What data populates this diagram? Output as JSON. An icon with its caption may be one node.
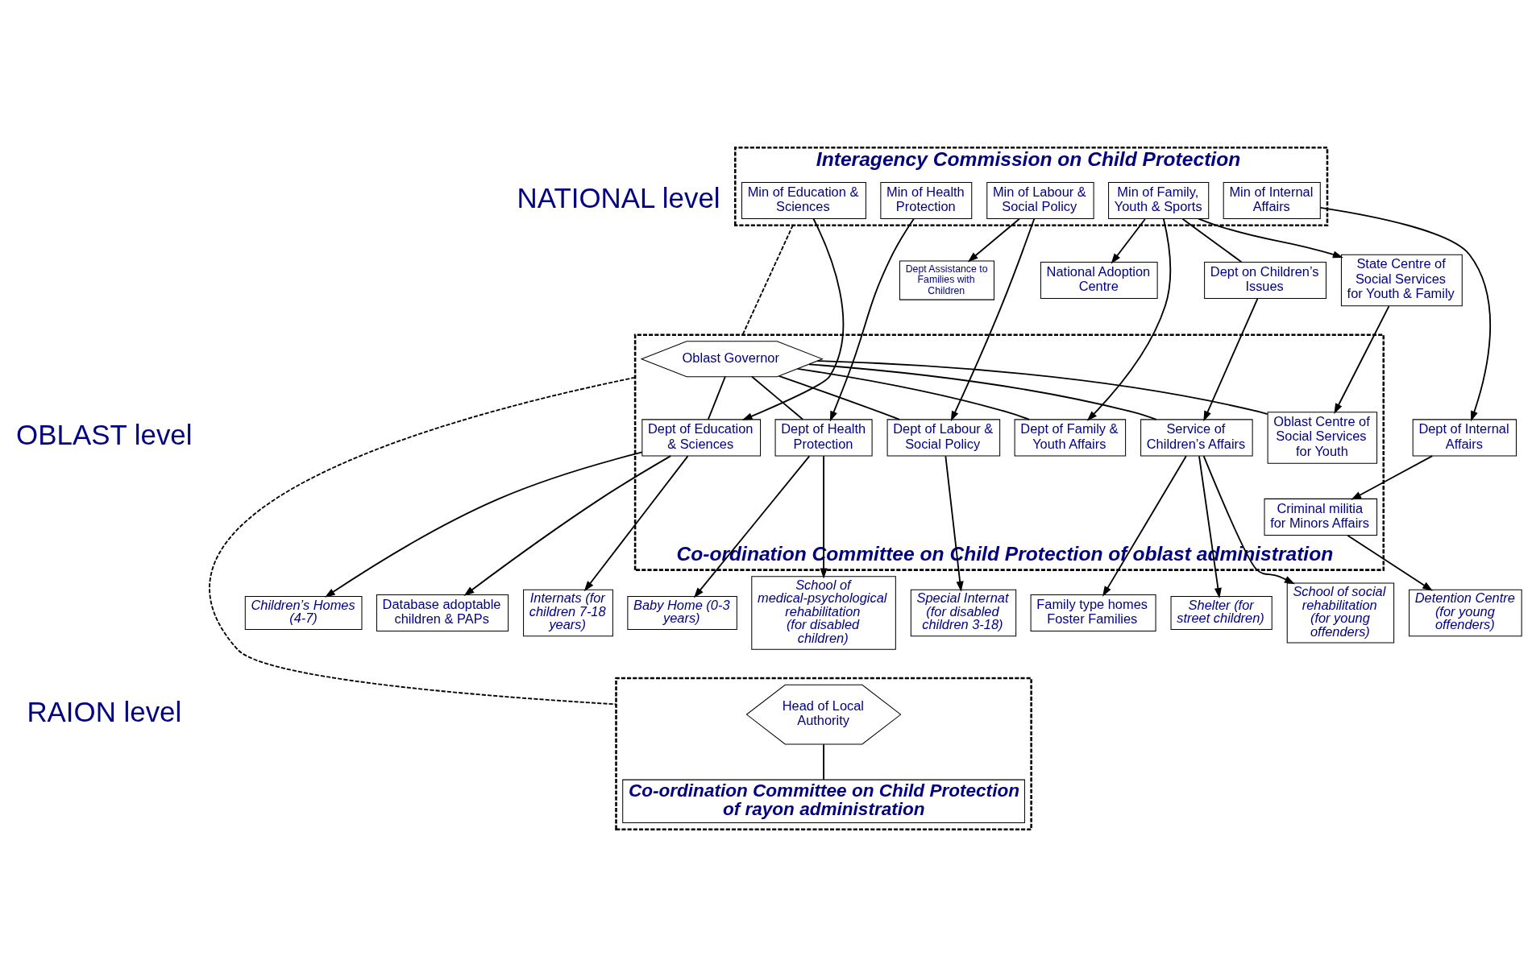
{
  "diagram": {
    "nodes": [
      {
        "text": [
          "Interagency Commission on Child Protection"
        ]
      },
      {
        "text": [
          "Min of Education & Sciences"
        ],
        "in": 0
      },
      {
        "text": [
          "Min of Health Protection"
        ],
        "in": 0
      },
      {
        "text": [
          "Min of Labour & Social Policy"
        ],
        "in": 0
      },
      {
        "text": [
          "Min of Family, Youth & Sports"
        ],
        "in": 0
      },
      {
        "text": [
          "Min of Internal Affairs"
        ],
        "in": 0
      },
      {
        "text": [
          "Dept Assistance to Families with Children"
        ]
      },
      {
        "text": [
          "Dept on Children’s Issues"
        ]
      },
      {
        "text": [
          "State Centre of Social Services for Youth & Family"
        ]
      },
      {
        "text": [
          "National Adoption Centre"
        ]
      },
      {
        "text": [
          "Co-ordination Committee on Child Protection of oblast administration"
        ]
      },
      {
        "text": [
          "Oblast Governor"
        ],
        "in": 10
      },
      {
        "text": [
          "Dept of Education & Sciences"
        ],
        "in": 10
      },
      {
        "text": [
          "Dept of Health Protection"
        ],
        "in": 10
      },
      {
        "text": [
          "Dept of Labour & Social Policy"
        ],
        "in": 10
      },
      {
        "text": [
          "Dept of Family & Youth Affairs"
        ],
        "in": 10
      },
      {
        "text": [
          "Service of Children’s Affairs"
        ],
        "in": 10
      },
      {
        "text": [
          "Oblast Centre of Social Services for Youth"
        ],
        "in": 10
      },
      {
        "text": [
          "Criminal militia for Minors Affairs"
        ],
        "in": 10
      },
      {
        "text": [
          "Dept of Internal Affairs"
        ]
      },
      {
        "text": [
          "Internats (for children 7-18 years)"
        ]
      },
      {
        "text": [
          "Children’s Homes (4-7)"
        ]
      },
      {
        "text": [
          "Database adoptable children & PAPs"
        ]
      },
      {
        "text": [
          "Baby Home (0-3 years)"
        ]
      },
      {
        "text": [
          "School of medical-psychological rehabilitation (for disabled children)"
        ]
      },
      {
        "text": [
          "Special Internat (for disabled children 3-18)"
        ]
      },
      {
        "text": [
          "Family type homes Foster Families"
        ]
      },
      {
        "text": [
          "Shelter (for street children)"
        ]
      },
      {
        "text": [
          "School of social rehabilitation (for young offenders)"
        ]
      },
      {
        "text": [
          "Detention Centre (for young offenders)"
        ]
      },
      {
        "text": [],
        "shape": "box"
      },
      {
        "text": [
          "Head of Local Authority"
        ],
        "in": 30
      },
      {
        "text": [
          "Co-ordination Committee on Child Protection of rayon administration"
        ],
        "in": 30
      }
    ],
    "edges": [
      {
        "from": 0,
        "to": 10,
        "arrow": "none",
        "style": "dashed"
      },
      {
        "from": 1,
        "to": 12,
        "arrow": "to"
      },
      {
        "from": 2,
        "to": 13,
        "arrow": "to"
      },
      {
        "from": 3,
        "to": 14,
        "arrow": "to"
      },
      {
        "from": 3,
        "to": 6,
        "arrow": "to"
      },
      {
        "from": 4,
        "to": 15,
        "arrow": "to"
      },
      {
        "from": 4,
        "to": 7,
        "arrow": "none"
      },
      {
        "from": 7,
        "to": 16,
        "arrow": "to"
      },
      {
        "from": 4,
        "to": 8,
        "arrow": "to"
      },
      {
        "from": 4,
        "to": 9,
        "arrow": "to"
      },
      {
        "from": 8,
        "to": 17,
        "arrow": "to"
      },
      {
        "from": 5,
        "to": 19,
        "arrow": "to"
      },
      {
        "from": 11,
        "to": 12,
        "arrow": "none"
      },
      {
        "from": 11,
        "to": 13,
        "arrow": "none"
      },
      {
        "from": 11,
        "to": 14,
        "arrow": "none"
      },
      {
        "from": 11,
        "to": 15,
        "arrow": "none"
      },
      {
        "from": 11,
        "to": 16,
        "arrow": "none"
      },
      {
        "from": 11,
        "to": 17,
        "arrow": "none"
      },
      {
        "from": 19,
        "to": 18,
        "arrow": "to"
      },
      {
        "from": 12,
        "to": 20,
        "arrow": "to"
      },
      {
        "from": 12,
        "to": 21,
        "arrow": "to"
      },
      {
        "from": 12,
        "to": 22,
        "arrow": "to"
      },
      {
        "from": 13,
        "to": 23,
        "arrow": "to"
      },
      {
        "from": 13,
        "to": 24,
        "arrow": "to"
      },
      {
        "from": 14,
        "to": 25,
        "arrow": "to"
      },
      {
        "from": 16,
        "to": 26,
        "arrow": "to"
      },
      {
        "from": 16,
        "to": 27,
        "arrow": "to"
      },
      {
        "from": 16,
        "to": 28,
        "arrow": "to"
      },
      {
        "from": 18,
        "to": 29,
        "arrow": "to"
      },
      {
        "from": 10,
        "to": 30,
        "arrow": "none",
        "style": "dashed"
      },
      {
        "from": 31,
        "to": 32,
        "arrow": "none"
      }
    ],
    "labels": [
      "NATIONAL level",
      "OBLAST level",
      "RAION level"
    ]
  }
}
